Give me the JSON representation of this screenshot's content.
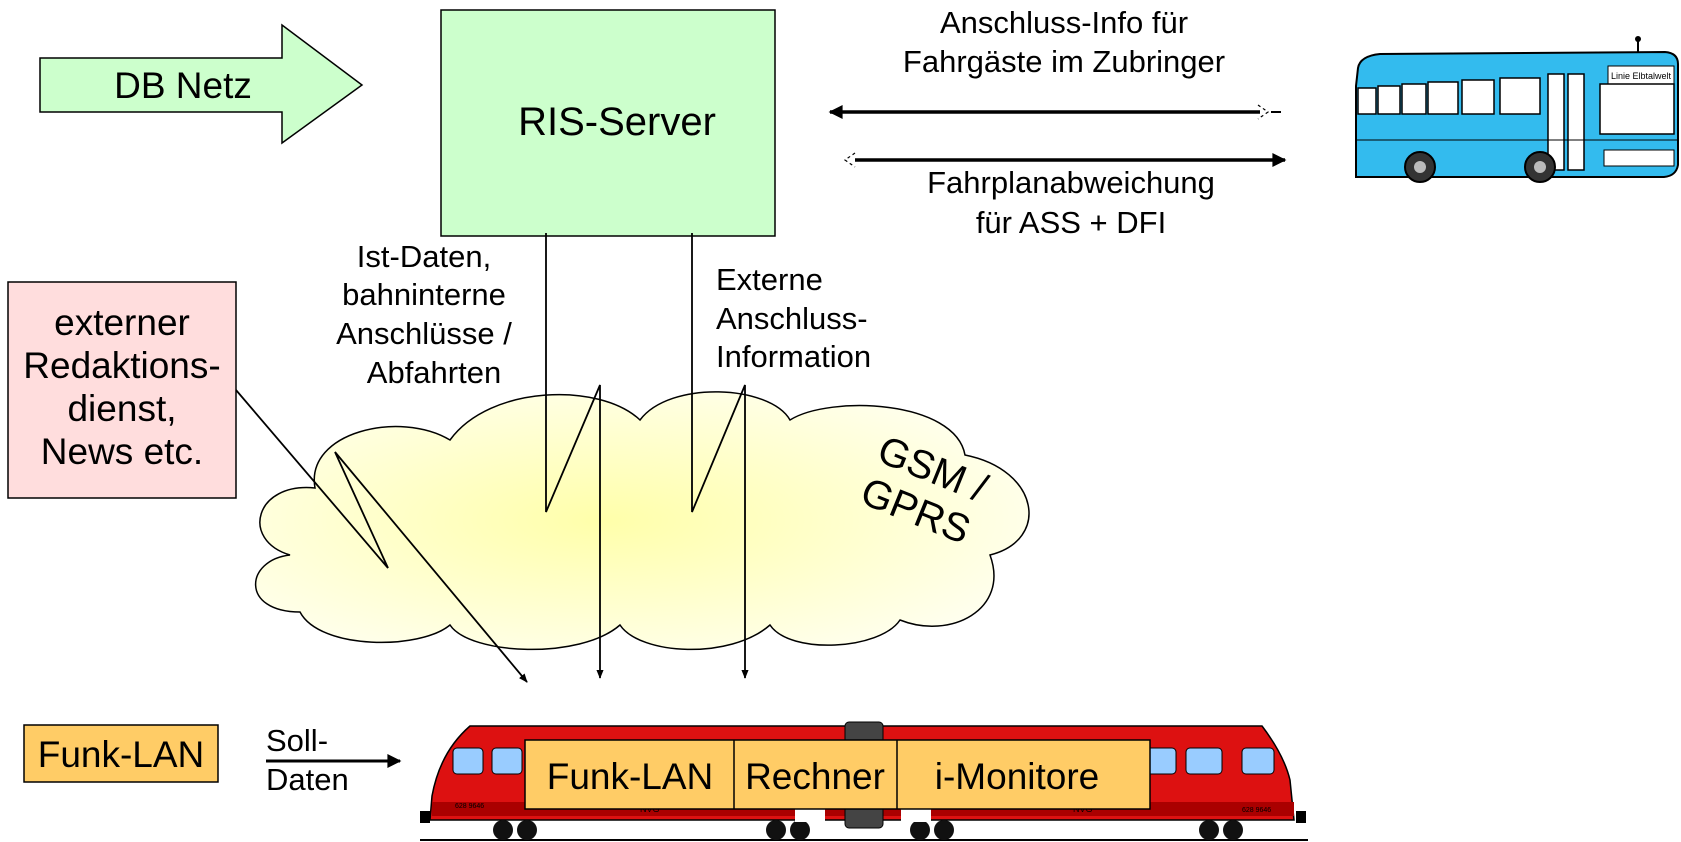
{
  "db_netz": {
    "label": "DB Netz"
  },
  "ris_server": {
    "label": "RIS-Server"
  },
  "bus_connection": {
    "top_label_lines": [
      "Anschluss-Info für",
      "Fahrgäste im Zubringer"
    ],
    "bottom_label_lines": [
      "Fahrplanabweichung",
      "für ASS + DFI"
    ]
  },
  "redaktion": {
    "lines": [
      "externer",
      "Redaktions-",
      "dienst,",
      "News etc."
    ]
  },
  "ist_daten": {
    "lines": [
      "Ist-Daten,",
      "bahninterne",
      "Anschlüsse /",
      "Abfahrten"
    ]
  },
  "externe": {
    "lines": [
      "Externe",
      "Anschluss-",
      "Information"
    ]
  },
  "cloud": {
    "lines": [
      "GSM /",
      "GPRS"
    ]
  },
  "funk_lan_box": {
    "label": "Funk-LAN"
  },
  "soll_daten": {
    "lines": [
      "Soll-",
      "Daten"
    ]
  },
  "train_modules": [
    {
      "label": "Funk-LAN"
    },
    {
      "label": "Rechner"
    },
    {
      "label": "i-Monitore"
    }
  ],
  "train_markings": {
    "number": "628 9646",
    "operator": "NVG"
  },
  "bus_sign": {
    "text": "Linie Elbtalwelt"
  },
  "colors": {
    "arrow_green": "#ccffcc",
    "server_green": "#ccffcc",
    "redaktion_pink": "#ffdddd",
    "module_orange": "#ffcc66",
    "train_red": "#dd1111",
    "bus_blue": "#33bbee",
    "cloud_yellow": "#ffffcc"
  }
}
